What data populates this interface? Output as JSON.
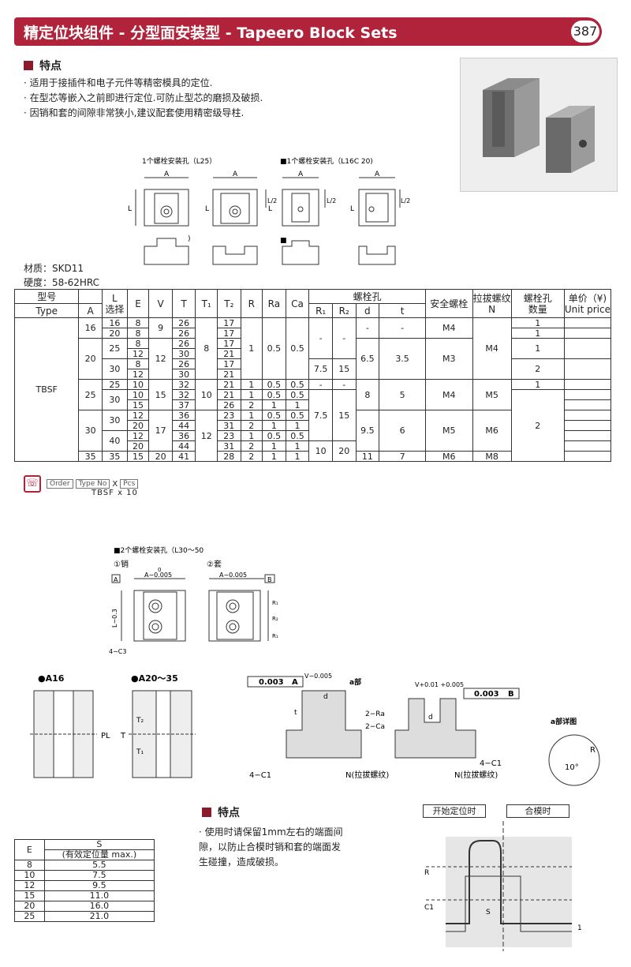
{
  "header": {
    "title": "精定位块组件 - 分型面安装型 - Tapeero Block Sets",
    "page_number": "387"
  },
  "features": {
    "title": "特点",
    "items": [
      "· 适用于接插件和电子元件等精密模具的定位.",
      "· 在型芯等嵌入之前即进行定位.可防止型芯的磨损及破损.",
      "· 因销和套的间隙非常狭小,建议配套使用精密级导柱."
    ]
  },
  "drawing_top": {
    "caption_l25": "1个螺栓安装孔（L25）",
    "caption_l16c20": "■1个螺栓安装孔（L16C 20)",
    "label_A": "A",
    "label_L": "L",
    "label_L2": "L/2",
    "paren": ")",
    "square": "■"
  },
  "material": {
    "material": "材质：SKD11",
    "hardness": "硬度：58-62HRC"
  },
  "spec_table": {
    "header": {
      "type_cn": "型号",
      "type_en": "Type",
      "A": "A",
      "L": "L",
      "L_sel": "选择",
      "E": "E",
      "V": "V",
      "T": "T",
      "T1": "T₁",
      "T2": "T₂",
      "R": "R",
      "Ra": "Ra",
      "Ca": "Ca",
      "bolt_hole": "螺栓孔",
      "R1": "R₁",
      "R2": "R₂",
      "d": "d",
      "t": "t",
      "safety_bolt": "安全螺栓",
      "pull_thread": "拉拔螺纹",
      "pull_N": "N",
      "bolt_count": "螺栓孔",
      "bolt_count2": "数量",
      "unit_price": "单价（¥)",
      "unit_price_en": "Unit price"
    },
    "type": "TBSF",
    "A16": "16",
    "A20": "20",
    "A25": "25",
    "A30": "30",
    "A35": "35",
    "rows": [
      {
        "L": "16",
        "E": "8",
        "T": "26",
        "T2": "17"
      },
      {
        "L": "20",
        "E": "8",
        "T": "26",
        "T2": "17"
      },
      {
        "E": "8",
        "T": "26",
        "T2": "17"
      },
      {
        "E": "12",
        "T": "30",
        "T2": "21"
      },
      {
        "E": "8",
        "T": "26",
        "T2": "17"
      },
      {
        "E": "12",
        "T": "30",
        "T2": "21"
      },
      {
        "L": "25",
        "E": "10",
        "T": "32",
        "T2": "21",
        "R": "1",
        "Ra": "0.5",
        "Ca": "0.5",
        "R1": "-",
        "R2": "-"
      },
      {
        "E": "10",
        "T": "32",
        "T2": "21",
        "R": "1",
        "Ra": "0.5",
        "Ca": "0.5"
      },
      {
        "E": "15",
        "T": "37",
        "T2": "26",
        "R": "2",
        "Ra": "1",
        "Ca": "1"
      },
      {
        "E": "12",
        "T": "36",
        "T2": "23",
        "R": "1",
        "Ra": "0.5",
        "Ca": "0.5"
      },
      {
        "E": "20",
        "T": "44",
        "T2": "31",
        "R": "2",
        "Ra": "1",
        "Ca": "1"
      },
      {
        "E": "12",
        "T": "36",
        "T2": "23",
        "R": "1",
        "Ra": "0.5",
        "Ca": "0.5"
      },
      {
        "E": "20",
        "T": "44",
        "T2": "31",
        "R": "2",
        "Ra": "1",
        "Ca": "1"
      },
      {
        "L": "35",
        "E": "15",
        "V": "20",
        "T": "41",
        "T2": "28",
        "R": "2",
        "Ra": "1",
        "Ca": "1",
        "d": "11",
        "t": "7",
        "bolt": "M6",
        "N": "M8"
      }
    ],
    "L25": "25",
    "L30a": "30",
    "L30b": "30",
    "L30c": "30",
    "L40": "40",
    "V9": "9",
    "V12": "12",
    "V15": "15",
    "V17": "17",
    "T1_8": "8",
    "T1_10": "10",
    "T1_12": "12",
    "R_1": "1",
    "Ra_05": "0.5",
    "Ca_05": "0.5",
    "dash": "-",
    "R1_75a": "7.5",
    "R2_15a": "15",
    "R1_75b": "7.5",
    "R2_15b": "15",
    "R1_10": "10",
    "R2_20": "20",
    "d_65": "6.5",
    "t_35": "3.5",
    "d_8": "8",
    "t_5": "5",
    "d_95": "9.5",
    "t_6": "6",
    "bolt_M4a": "M4",
    "bolt_M3": "M3",
    "bolt_M4b": "M4",
    "bolt_M5": "M5",
    "N_M4": "M4",
    "N_M5": "M5",
    "N_M6": "M6",
    "cnt": [
      "1",
      "1",
      "1",
      "2",
      "1",
      "2"
    ]
  },
  "order": {
    "label": "Order",
    "type_no": "Type No",
    "x": "X",
    "pcs": "Pcs",
    "example": "TBSF  x  10"
  },
  "drawing_mid": {
    "caption": "■2个螺栓安装孔（L30～50",
    "pin": "①销",
    "sleeve": "②套",
    "A_tol": "A−0.005",
    "A_tol_top": "0",
    "L_tol": "L−0.3",
    "c3": "4−C3",
    "box_A": "A",
    "box_B": "B",
    "R1": "R₁",
    "R2": "R₂"
  },
  "drawing_bottom": {
    "a16": "●A16",
    "a20_35": "●A20～35",
    "PL": "PL",
    "T": "T",
    "T1": "T₁",
    "T2": "T₂",
    "tol1": "0.003",
    "tol_A": "A",
    "tol2": "0.003",
    "tol_B": "B",
    "V_minus": "V−0.005",
    "V_plus": "V+0.01 +0.005",
    "a_part": "a部",
    "a_detail": "a部详图",
    "two_Ra": "2−Ra",
    "two_Ca": "2−Ca",
    "four_C1a": "4−C1",
    "four_C1b": "4−C1",
    "N_thread_a": "N(拉拔螺纹)",
    "N_thread_b": "N(拉拔螺纹)",
    "d": "d",
    "t": "t",
    "deg": "10°",
    "R": "R"
  },
  "stroke_table": {
    "head_E": "E",
    "head_S": "S",
    "head_S2": "(有效定位量 max.)",
    "rows": [
      [
        "8",
        "5.5"
      ],
      [
        "10",
        "7.5"
      ],
      [
        "12",
        "9.5"
      ],
      [
        "15",
        "11.0"
      ],
      [
        "20",
        "16.0"
      ],
      [
        "25",
        "21.0"
      ]
    ]
  },
  "features2": {
    "title": "特点",
    "lines": [
      "· 使用时请保留1mm左右的端面间",
      "隙，以防止合模时销和套的端面发",
      "生碰撞，造成破损。"
    ]
  },
  "states": {
    "start": "开始定位时",
    "closed": "合模时",
    "R": "R",
    "C1": "C1",
    "S": "S",
    "one": "1"
  }
}
